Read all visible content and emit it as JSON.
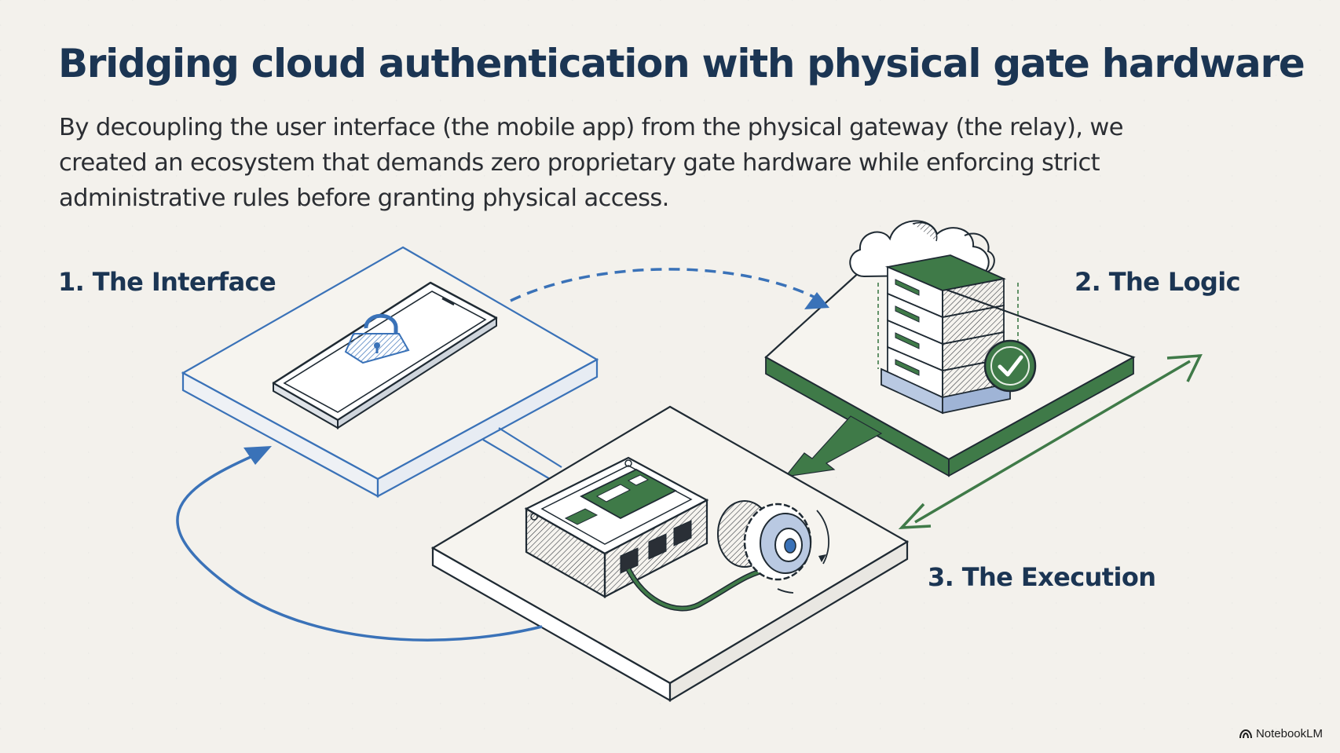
{
  "title": "Bridging cloud authentication with physical gate hardware",
  "subtitle": "By decoupling the user interface (the mobile app) from the physical gateway (the relay), we created an ecosystem that demands zero proprietary gate hardware while enforcing strict administrative rules before granting physical access.",
  "stages": [
    {
      "label": "1. The Interface",
      "illustration": "smartphone-lock-icon",
      "color": "#3a72b8"
    },
    {
      "label": "2. The Logic",
      "illustration": "cloud-server-check-icon",
      "color": "#3f7a48"
    },
    {
      "label": "3. The Execution",
      "illustration": "relay-board-gear-motor-icon",
      "color": "#1f2a33"
    }
  ],
  "branding": {
    "text": "NotebookLM",
    "icon": "notebooklm-logo-icon"
  },
  "colors": {
    "background": "#f3f1ec",
    "navy": "#1b3553",
    "blue": "#3a72b8",
    "green": "#3f7a48"
  }
}
